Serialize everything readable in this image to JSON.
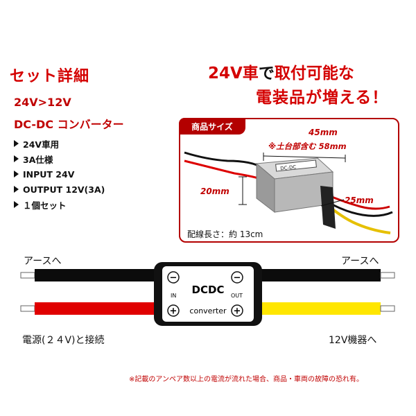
{
  "set": {
    "title": "セット詳細",
    "spec1": "24V>12V",
    "spec2": "DC-DC コンバーター",
    "bullets": [
      "24V車用",
      "3A仕様",
      "INPUT 24V",
      "OUTPUT 12V(3A)",
      "１個セット"
    ]
  },
  "headline": {
    "part1": "24V車",
    "part2": "で",
    "part3": "取付可能な",
    "line2": "電装品が増える！"
  },
  "product": {
    "tag": "商品サイズ",
    "width": "45mm",
    "width_note": "※土台部含む 58mm",
    "height": "20mm",
    "depth": "25mm",
    "cable_length": "配線長さ：約 13cm",
    "device_label_text": "DC-DC"
  },
  "diagram": {
    "device_title": "DCDC",
    "device_subtitle": "converter",
    "in_label": "IN",
    "out_label": "OUT",
    "minus_symbol": "−",
    "plus_symbol": "+",
    "ground_left": "アースへ",
    "ground_right": "アースへ",
    "power_in": "電源(２４V)と接続",
    "power_out": "12V機器へ"
  },
  "note": "※記載のアンペア数以上の電流が流れた場合、商品・車両の故障の恐れ有。",
  "colors": {
    "accent": "#d40000",
    "wire_red": "#e00000",
    "wire_yellow": "#ffe600",
    "wire_black": "#111111"
  }
}
